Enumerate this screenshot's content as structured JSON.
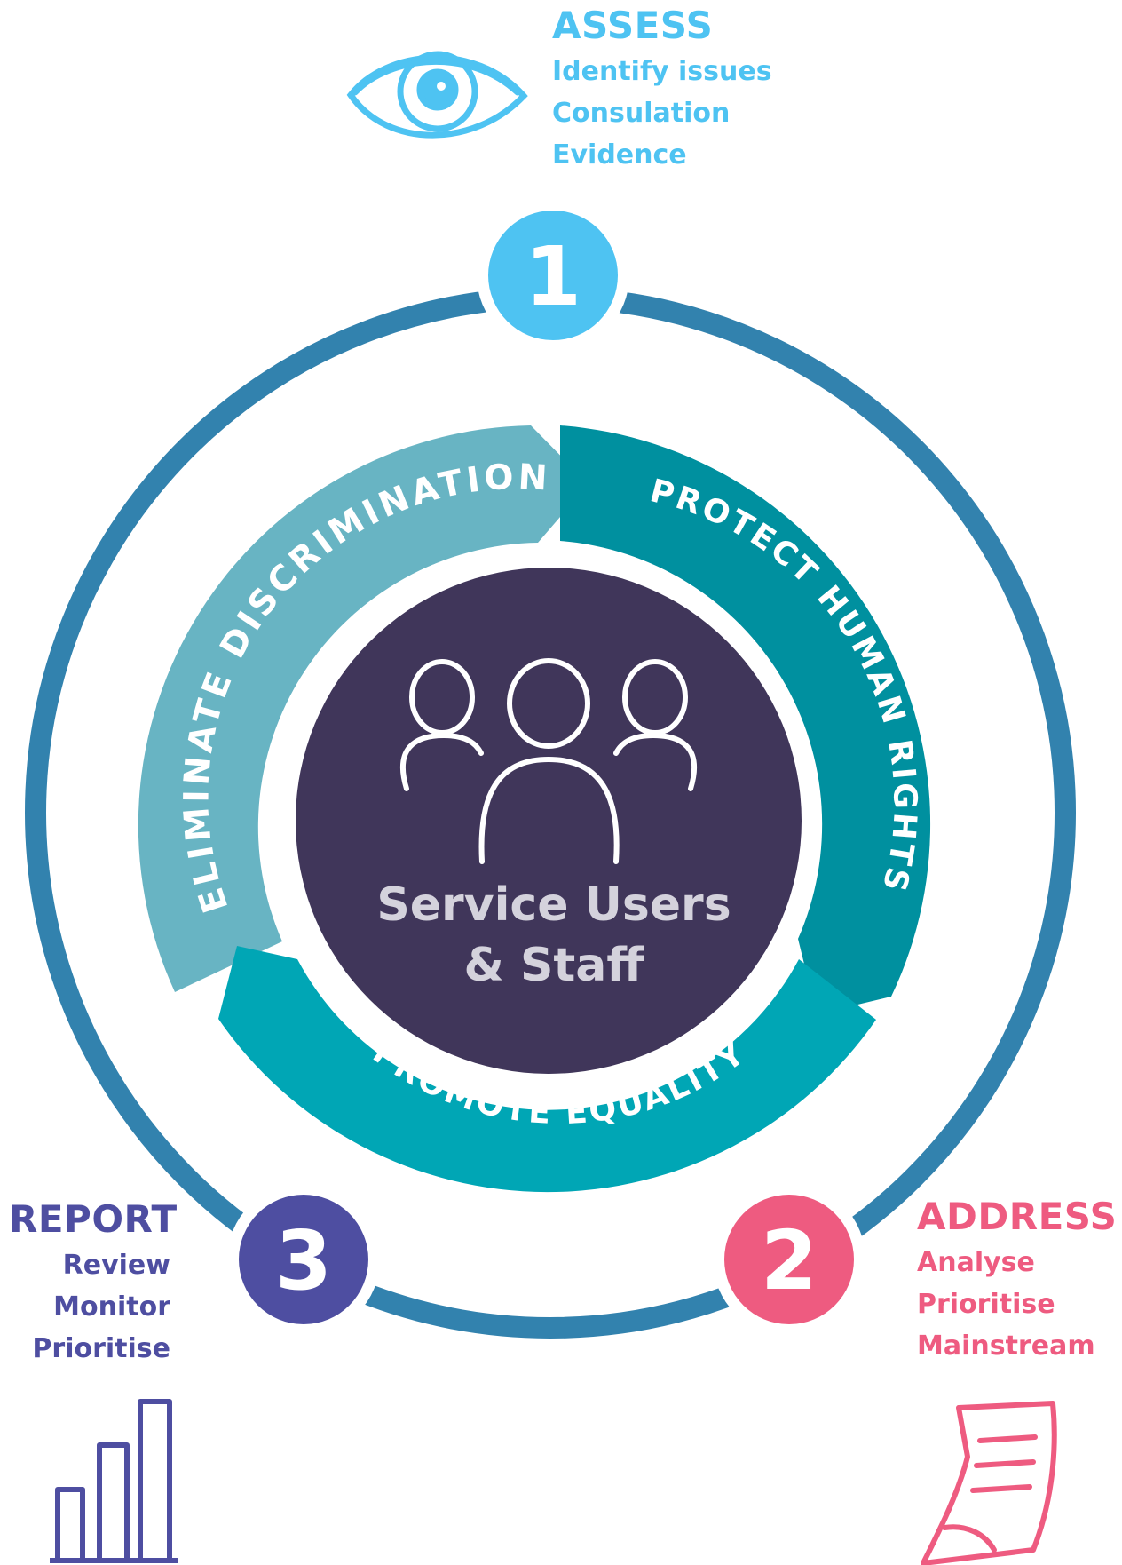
{
  "center": {
    "line1": "Service Users",
    "line2": "& Staff"
  },
  "arrows": {
    "eliminate": "ELIMINATE DISCRIMINATION",
    "protect": "PROTECT HUMAN RIGHTS",
    "promote": "PROMOTE EQUALITY"
  },
  "steps": [
    {
      "number": "1",
      "title": "ASSESS",
      "items": [
        "Identify issues",
        "Consulation",
        "Evidence"
      ],
      "color": "#4ec3f2",
      "icon": "eye-icon"
    },
    {
      "number": "2",
      "title": "ADDRESS",
      "items": [
        "Analyse",
        "Prioritise",
        "Mainstream"
      ],
      "color": "#ee5b80",
      "icon": "document-icon"
    },
    {
      "number": "3",
      "title": "REPORT",
      "items": [
        "Review",
        "Monitor",
        "Prioritise"
      ],
      "color": "#4e4ea1",
      "icon": "bar-chart-icon"
    }
  ],
  "colors": {
    "outer_ring": "#3282ae",
    "center_fill": "#40365a",
    "center_text": "#d4d2dc",
    "arrow_eliminate": "#68b4c3",
    "arrow_protect": "#00909f",
    "arrow_promote": "#00a6b5"
  }
}
